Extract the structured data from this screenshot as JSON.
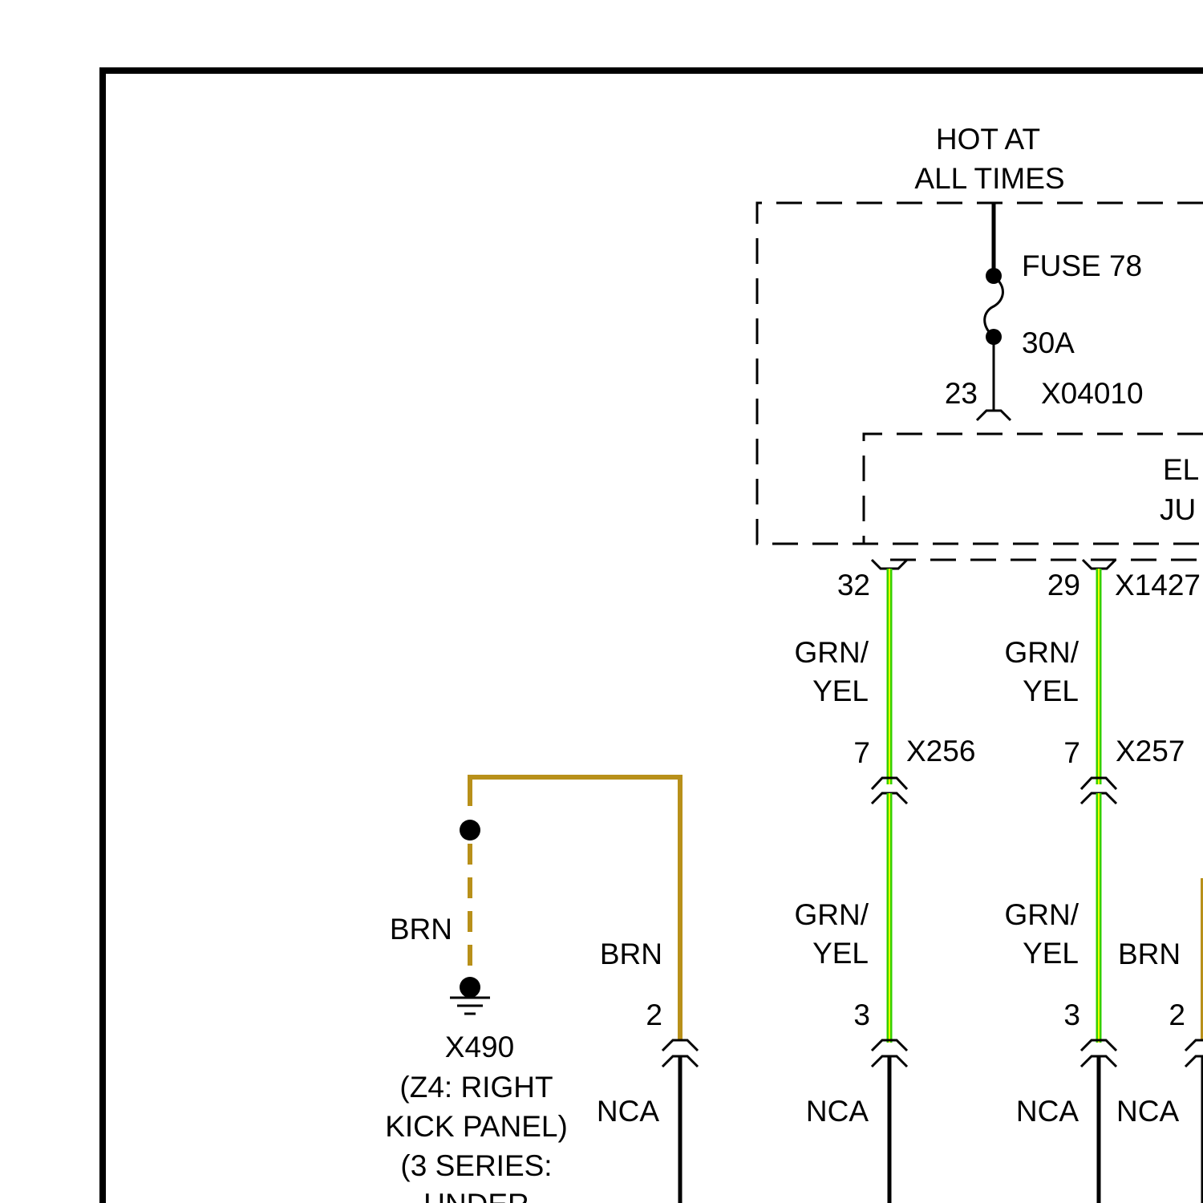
{
  "colors": {
    "brown_wire": "#b8901a",
    "green_yellow_wire_base": "#35d000",
    "green_yellow_wire_stripe": "#f2ff00",
    "black_wire": "#000000"
  },
  "power": {
    "line1": "HOT AT",
    "line2": "ALL TIMES"
  },
  "fuse": {
    "name": "FUSE 78",
    "rating": "30A",
    "pin": "23",
    "connector": "X04010"
  },
  "junction_box": {
    "label_partial_1": "EL",
    "label_partial_2": "JU"
  },
  "junction_outputs": {
    "pin_left": "32",
    "pin_right": "29",
    "connector": "X1427"
  },
  "circuits": [
    {
      "top_color_1": "GRN/",
      "top_color_2": "YEL",
      "inline_pin_top": "7",
      "inline_connector": "X256",
      "bottom_color_1": "GRN/",
      "bottom_color_2": "YEL",
      "bottom_pin": "3",
      "below_label": "NCA"
    },
    {
      "top_color_1": "GRN/",
      "top_color_2": "YEL",
      "inline_pin_top": "7",
      "inline_connector": "X257",
      "bottom_color_1": "GRN/",
      "bottom_color_2": "YEL",
      "bottom_pin": "3",
      "below_label": "NCA"
    }
  ],
  "brown_left": {
    "wire_color": "BRN",
    "pin": "2",
    "below_label": "NCA"
  },
  "brown_right": {
    "wire_color": "BRN",
    "pin": "2",
    "below_label": "NCA"
  },
  "ground": {
    "wire_color": "BRN",
    "id": "X490",
    "loc_line1": "(Z4: RIGHT",
    "loc_line2": "KICK PANEL)",
    "loc_line3": "(3 SERIES:",
    "loc_line4": "UNDER"
  }
}
